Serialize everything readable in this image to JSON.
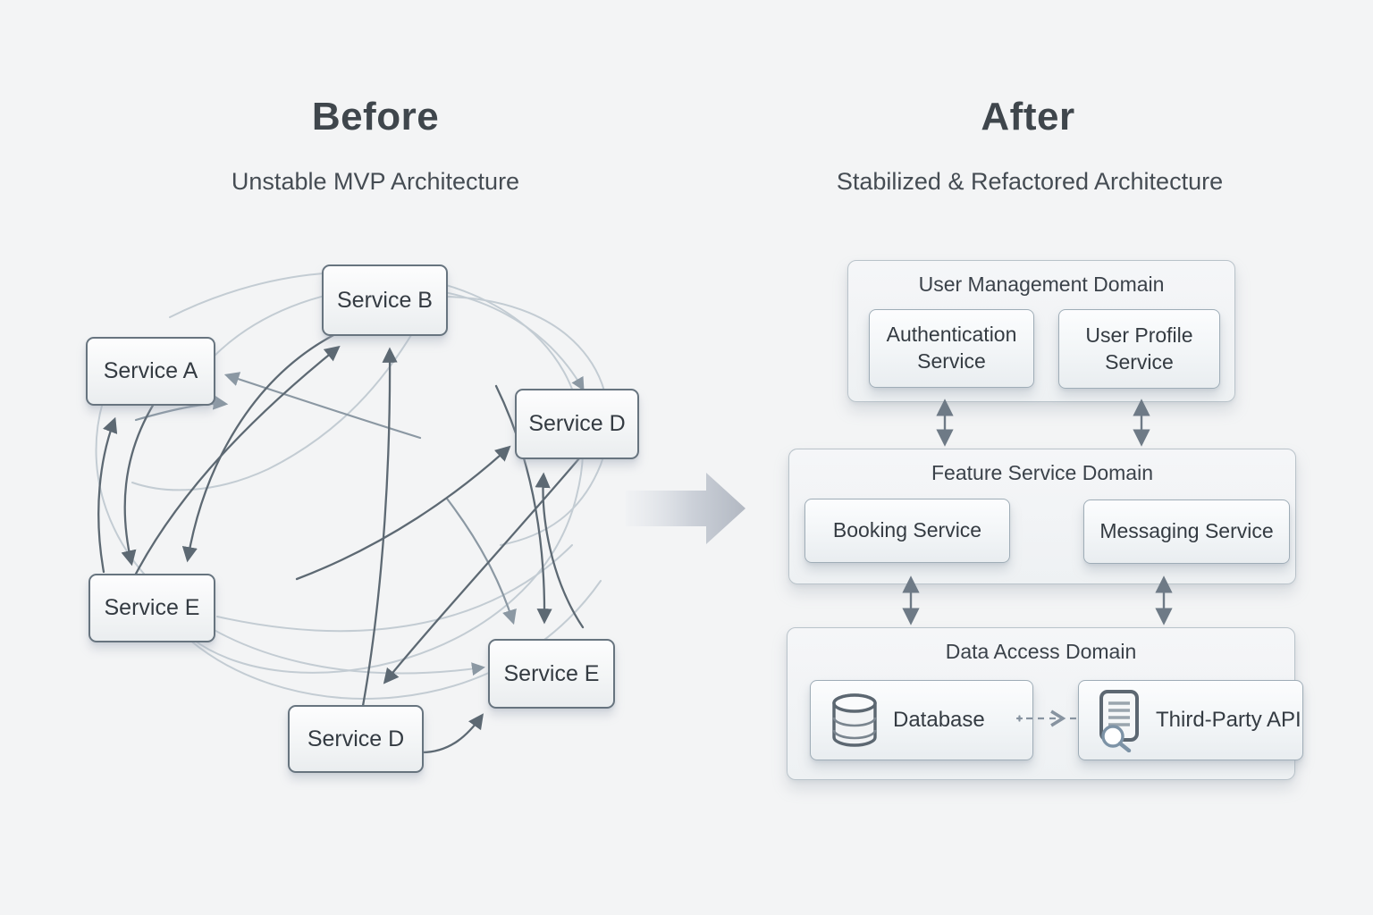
{
  "left_panel": {
    "title": "Before",
    "subtitle": "Unstable MVP Architecture",
    "nodes": [
      {
        "id": "service-a",
        "label": "Service A"
      },
      {
        "id": "service-b",
        "label": "Service B"
      },
      {
        "id": "service-d-top",
        "label": "Service D"
      },
      {
        "id": "service-e-left",
        "label": "Service E"
      },
      {
        "id": "service-e-right",
        "label": "Service E"
      },
      {
        "id": "service-d-bottom",
        "label": "Service D"
      }
    ]
  },
  "right_panel": {
    "title": "After",
    "subtitle": "Stabilized & Refactored Architecture",
    "domains": [
      {
        "title": "User Management Domain",
        "services": [
          {
            "label": "Authentication Service"
          },
          {
            "label": "User Profile Service"
          }
        ]
      },
      {
        "title": "Feature Service Domain",
        "services": [
          {
            "label": "Booking Service"
          },
          {
            "label": "Messaging Service"
          }
        ]
      },
      {
        "title": "Data Access Domain",
        "services": [
          {
            "label": "Database",
            "icon": "database-icon"
          },
          {
            "label": "Third-Party API",
            "icon": "document-search-icon"
          }
        ]
      }
    ]
  },
  "colors": {
    "background": "#f3f4f5",
    "title_text": "#3f464c",
    "node_border": "#67747f",
    "node_text": "#343b42",
    "domain_border": "#b9c3ca",
    "inner_box_border": "#9fadb7",
    "arrow_dark": "#5d6973",
    "arrow_mid": "#8b98a3",
    "arrow_light": "#c3ccd3",
    "connector_arrow": "#6e7a86",
    "dashed_arrow": "#8793a0",
    "transition_arrow_gradient_end": "#b2b8c2"
  }
}
